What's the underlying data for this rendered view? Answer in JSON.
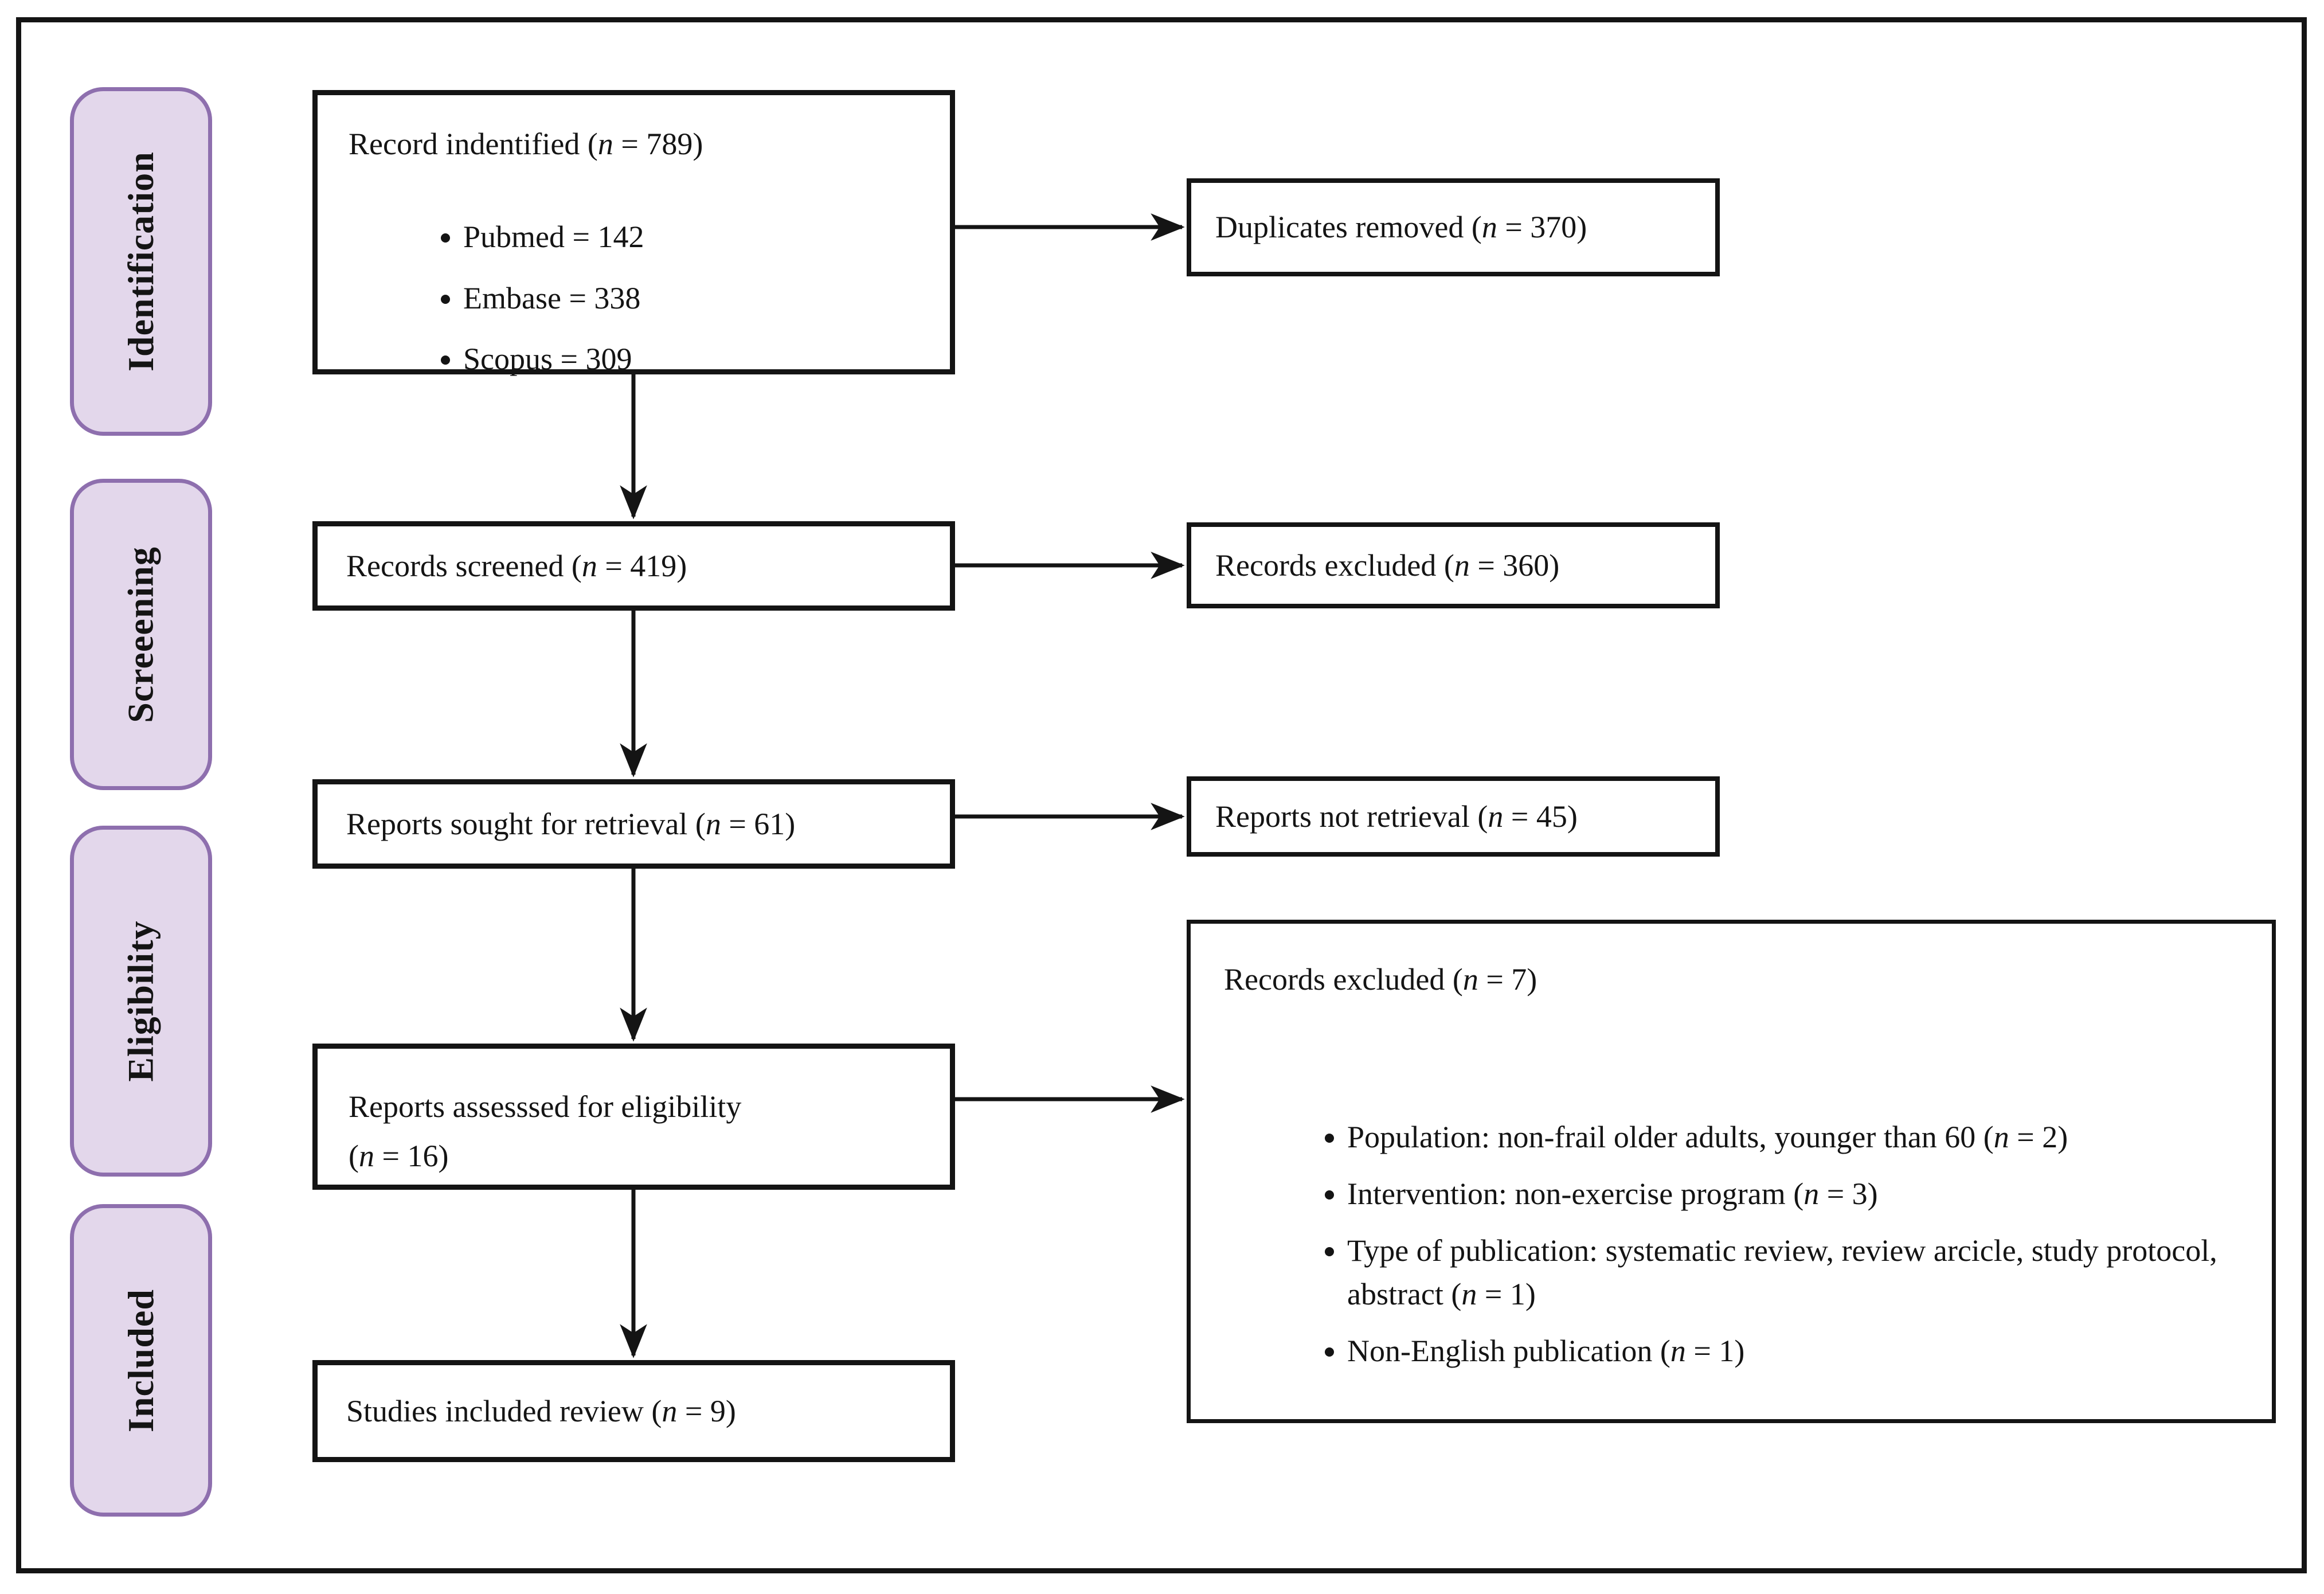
{
  "figure": {
    "kind": "PRISMA flow diagram"
  },
  "colors": {
    "stage_fill": "#e3d7eb",
    "stage_border": "#8e6fae",
    "line": "#141414",
    "background": "#ffffff"
  },
  "stages": [
    "Identification",
    "Screeening",
    "Eligibility",
    "Included"
  ],
  "boxes": {
    "identified": {
      "title": "Record indentified (n = 789)",
      "items": [
        "Pubmed =  142",
        "Embase =  338",
        "Scopus =  309"
      ]
    },
    "duplicates_removed": {
      "label": "Duplicates removed (n = 370)"
    },
    "records_screened": {
      "label": "Records screened (n = 419)"
    },
    "records_excluded": {
      "label": "Records excluded  (n = 360)"
    },
    "reports_sought": {
      "label": "Reports sought for retrieval  (n = 61)"
    },
    "reports_not_retrieved": {
      "label": "Reports not retrieval (n = 45)"
    },
    "reports_assessed": {
      "line1": "Reports assesssed for eligibility",
      "line2": "(n = 16)"
    },
    "records_excluded_eligibility": {
      "title": "Records excluded  (n = 7)",
      "items": [
        "Population: non-frail older adults, younger than 60 (n = 2)",
        "Intervention: non-exercise program (n = 3)",
        "Type of publication: systematic review, review arcicle, study protocol, abstract (n = 1)",
        "Non-English publication (n = 1)"
      ]
    },
    "studies_included": {
      "label": "Studies included review  (n = 9)"
    }
  }
}
